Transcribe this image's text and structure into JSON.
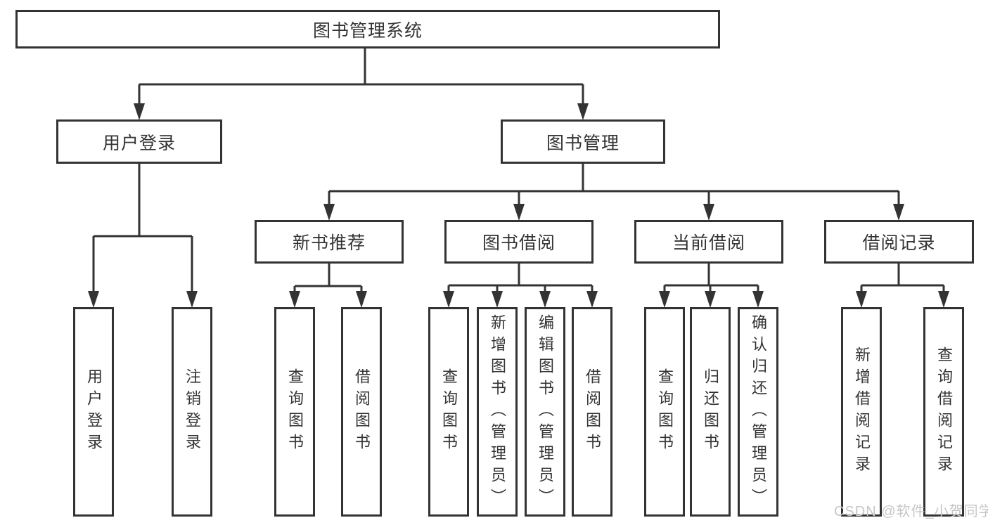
{
  "diagram": {
    "type": "hierarchy-tree",
    "orientation": "top-down",
    "tree": {
      "label": "图书管理系统",
      "children": [
        {
          "label": "用户登录",
          "children": [
            {
              "label": "用户登录"
            },
            {
              "label": "注销登录"
            }
          ]
        },
        {
          "label": "图书管理",
          "children": [
            {
              "label": "新书推荐",
              "children": [
                {
                  "label": "查询图书"
                },
                {
                  "label": "借阅图书"
                }
              ]
            },
            {
              "label": "图书借阅",
              "children": [
                {
                  "label": "查询图书"
                },
                {
                  "label": "新增图书（管理员）"
                },
                {
                  "label": "编辑图书（管理员）"
                },
                {
                  "label": "借阅图书"
                }
              ]
            },
            {
              "label": "当前借阅",
              "children": [
                {
                  "label": "查询图书"
                },
                {
                  "label": "归还图书"
                },
                {
                  "label": "确认归还（管理员）"
                }
              ]
            },
            {
              "label": "借阅记录",
              "children": [
                {
                  "label": "新增借阅记录"
                },
                {
                  "label": "查询借阅记录"
                }
              ]
            }
          ]
        }
      ]
    }
  },
  "watermark": {
    "text": "CSDN @软件_小贺同学"
  },
  "colors": {
    "line": "#333333",
    "box_border": "#333333",
    "box_background": "#ffffff",
    "text": "#333333",
    "watermark": "#c6c6c6",
    "page_background": "#ffffff"
  }
}
